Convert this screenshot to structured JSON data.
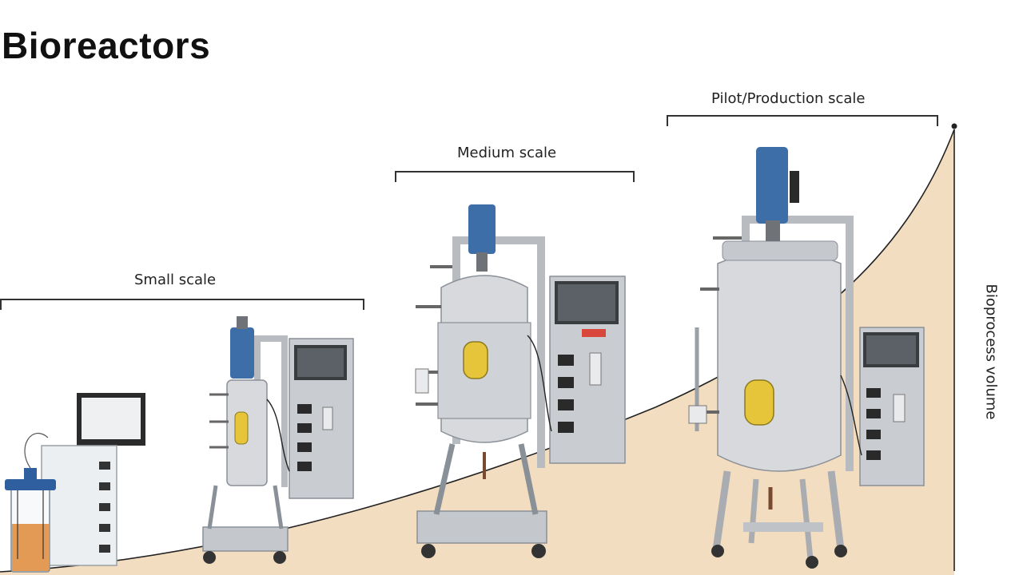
{
  "title": "Bioreactors",
  "scales": {
    "small": "Small scale",
    "medium": "Medium scale",
    "production": "Pilot/Production scale"
  },
  "axis": {
    "label": "Bioprocess volume"
  },
  "colors": {
    "volume_fill": "#f3ddc0",
    "steel": "#d7d9dc",
    "motor_blue": "#3e6ea8",
    "sight_glass": "#e6c53a",
    "culture": "#e39a55"
  }
}
